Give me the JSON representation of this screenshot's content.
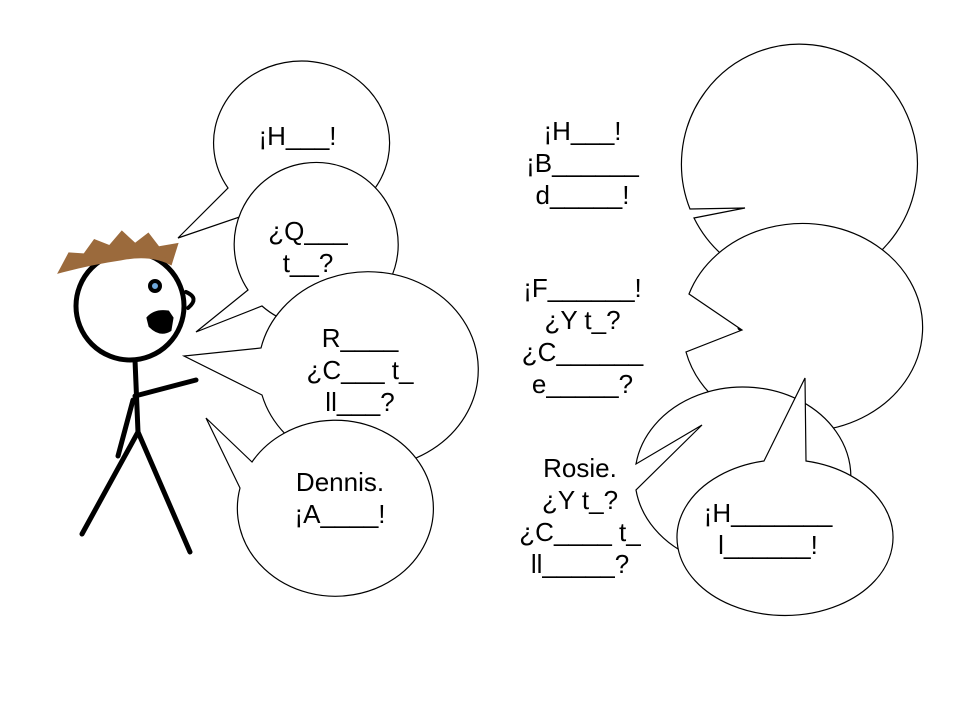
{
  "bubbles": {
    "b1": {
      "lines": [
        "¡H___!"
      ]
    },
    "b2": {
      "lines": [
        "¿Q___",
        "t__?"
      ]
    },
    "b3": {
      "lines": [
        "R____",
        "¿C___ t_",
        "ll___?"
      ]
    },
    "b4": {
      "lines": [
        "Dennis.",
        "¡A____!"
      ]
    },
    "b5": {
      "lines": [
        "¡H___!",
        "¡B______",
        "d_____!"
      ]
    },
    "b6": {
      "lines": [
        "¡F______!",
        "¿Y t_?",
        "¿C______",
        "e_____?"
      ]
    },
    "b7": {
      "lines": [
        "Rosie.",
        "¿Y t_?",
        "¿C____ t_",
        "ll_____?"
      ]
    },
    "b8": {
      "lines": [
        "¡H_______",
        "l______!"
      ]
    }
  },
  "colors": {
    "bubble_fill": "#ffffff",
    "outline": "#000000",
    "boy_hair": "#9b6a3c",
    "girl_hair": "#ffff00",
    "girl_lips": "#ff0000",
    "eye_fill": "#6fa8dc"
  }
}
